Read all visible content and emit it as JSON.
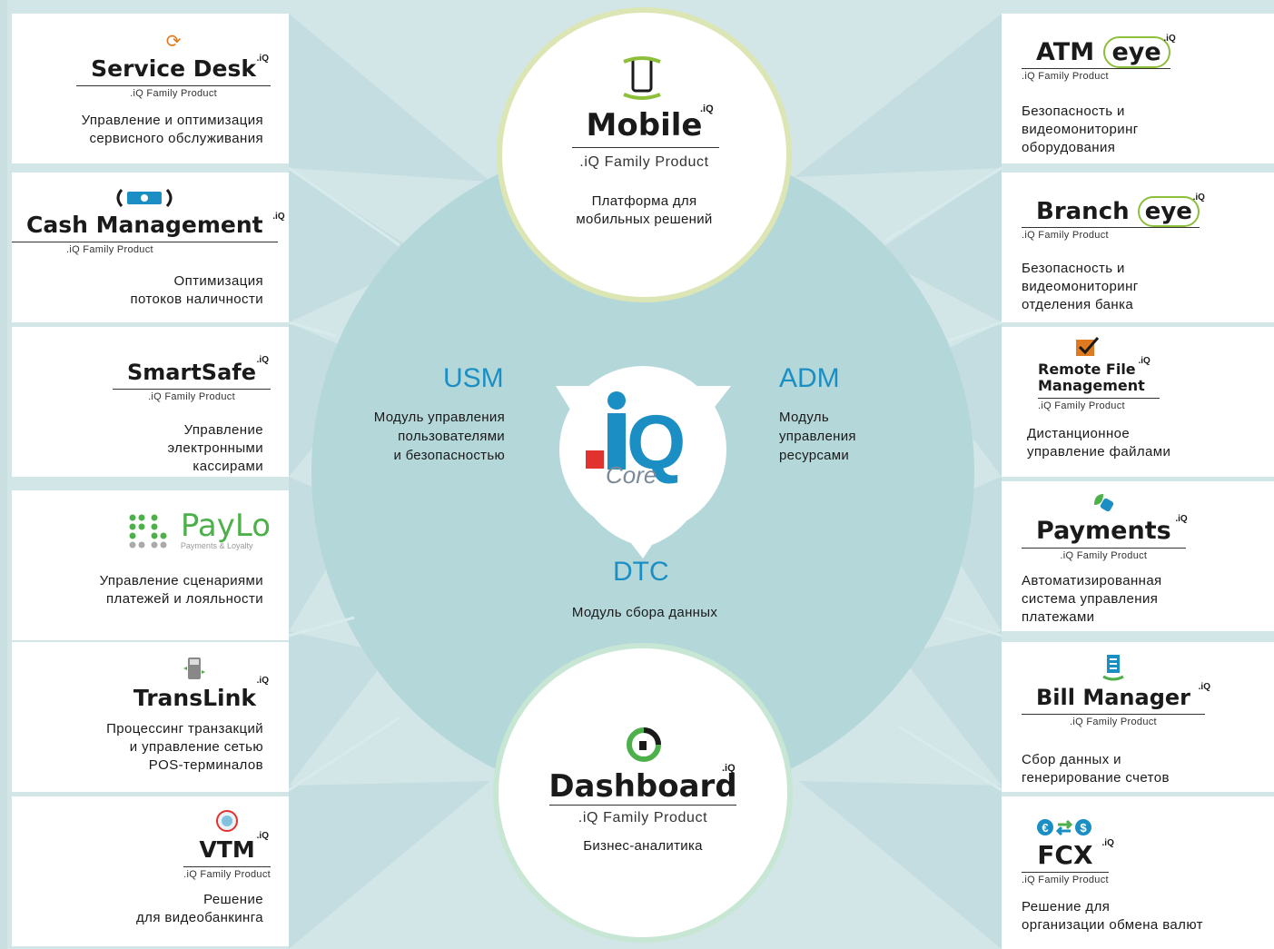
{
  "left_products": [
    {
      "name": "Service Desk",
      "sup": ".iQ",
      "family": ".iQ Family Product",
      "desc": [
        "Управление и оптимизация",
        "сервисного обслуживания"
      ],
      "icon": "sync-arrows-icon"
    },
    {
      "name": "Cash Management",
      "sup": ".iQ",
      "family": ".iQ Family Product",
      "desc": [
        "Оптимизация",
        "потоков наличности"
      ],
      "icon": "cash-cycle-icon"
    },
    {
      "name": "SmartSafe",
      "sup": ".iQ",
      "family": ".iQ Family Product",
      "desc": [
        "Управление",
        "электронными",
        "кассирами"
      ],
      "icon": ""
    },
    {
      "name": "PayLo",
      "sup": "",
      "family": "Payments & Loyalty",
      "desc": [
        "Управление сценариями",
        "платежей и лояльности"
      ],
      "icon": "paylo-dots-icon"
    },
    {
      "name": "TransLink",
      "sup": ".iQ",
      "family": "",
      "desc": [
        "Процессинг транзакций",
        "и управление сетью",
        "POS-терминалов"
      ],
      "icon": "pos-terminal-icon"
    },
    {
      "name": "VTM",
      "sup": ".iQ",
      "family": ".iQ Family Product",
      "desc": [
        "Решение",
        "для видеобанкинга"
      ],
      "icon": "globe-headset-icon"
    }
  ],
  "right_products": [
    {
      "name": "ATM",
      "name2": "eye",
      "sup": ".iQ",
      "family": ".iQ Family Product",
      "desc": [
        "Безопасность и",
        "видеомониторинг",
        "оборудования"
      ]
    },
    {
      "name": "Branch",
      "name2": "eye",
      "sup": ".iQ",
      "family": ".iQ Family Product",
      "desc": [
        "Безопасность и",
        "видеомониторинг",
        "отделения банка"
      ]
    },
    {
      "name": "Remote File",
      "name2": "Management",
      "sup": ".iQ",
      "family": ".iQ Family Product",
      "desc": [
        "Дистанционное",
        "управление файлами"
      ],
      "icon": "checkbox-icon"
    },
    {
      "name": "Payments",
      "sup": ".iQ",
      "family": ".iQ Family Product",
      "desc": [
        "Автоматизированная",
        "система управления",
        "платежами"
      ],
      "icon": "payments-leaf-icon"
    },
    {
      "name": "Bill Manager",
      "sup": ".iQ",
      "family": ".iQ Family Product",
      "desc": [
        "Сбор данных и",
        "генерирование счетов"
      ],
      "icon": "bill-icon"
    },
    {
      "name": "FCX",
      "sup": ".iQ",
      "family": ".iQ Family Product",
      "desc": [
        "Решение для",
        "организации обмена валют"
      ],
      "icon": "currency-exchange-icon"
    }
  ],
  "top_bubble": {
    "name": "Mobile",
    "sup": ".iQ",
    "family": ".iQ Family Product",
    "desc": [
      "Платформа для",
      "мобильных решений"
    ]
  },
  "bottom_bubble": {
    "name": "Dashboard",
    "sup": ".iQ",
    "family": ".iQ Family Product",
    "desc": [
      "Бизнес-аналитика"
    ]
  },
  "core": {
    "logo": ".iQ",
    "sub": "Core"
  },
  "modules": {
    "usm": {
      "title": "USM",
      "desc": [
        "Модуль управления",
        "пользователями",
        "и безопасностью"
      ]
    },
    "adm": {
      "title": "ADM",
      "desc": [
        "Модуль",
        "управления",
        "ресурсами"
      ]
    },
    "dtc": {
      "title": "DTC",
      "desc": [
        "Модуль сбора данных"
      ]
    }
  },
  "colors": {
    "accent": "#1b8fc4",
    "circle": "#b4d7da",
    "bg": "#d3e6e7",
    "ring_top": "#dbe6b4",
    "ring_bottom": "#c7e6d4",
    "core_red": "#e2322f"
  }
}
